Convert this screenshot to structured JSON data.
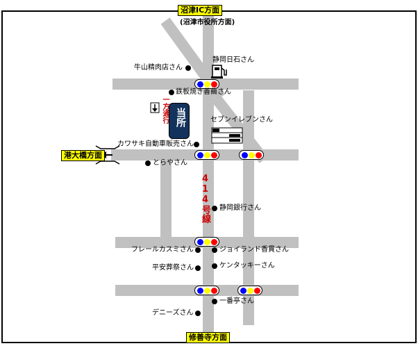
{
  "top_direction": "沼津IC方面",
  "top_subtitle": "(沼津市役所方面)",
  "bottom_direction": "修善寺方面",
  "left_direction": "港大橋方面",
  "route_label": "414号線",
  "one_way_label": "一方通行",
  "office_label": "当所",
  "landmarks": {
    "gas_station": "静岡日石さん",
    "ushiyama": "牛山精肉店さん",
    "teppanyaki": "鉄板焼き善繭さん",
    "seven_eleven": "セブンイレブンさん",
    "kawasaki": "カワサキ自動車販売さん",
    "toraya": "とらやさん",
    "shizuoka_bank": "静岡銀行さん",
    "fleur_kasumi": "フレールカスミさん",
    "joyland": "ジョイランド香貫さん",
    "heian": "平安葬祭さん",
    "kfc": "ケンタッキーさん",
    "ichibantei": "一番亭さん",
    "dennys": "デニーズさん"
  },
  "signal_colors": [
    "#0000ff",
    "#ffff00",
    "#ff0000"
  ],
  "colors": {
    "road": "#c0c0c0",
    "frame": "#000000",
    "accent_yellow": "#ffff00",
    "route_red": "#cc0000",
    "office_navy": "#13335c"
  },
  "icons": [
    "gas-pump-icon",
    "convenience-store-icon",
    "arrow-left-icon",
    "arrow-down-icon",
    "traffic-signal-icon"
  ]
}
